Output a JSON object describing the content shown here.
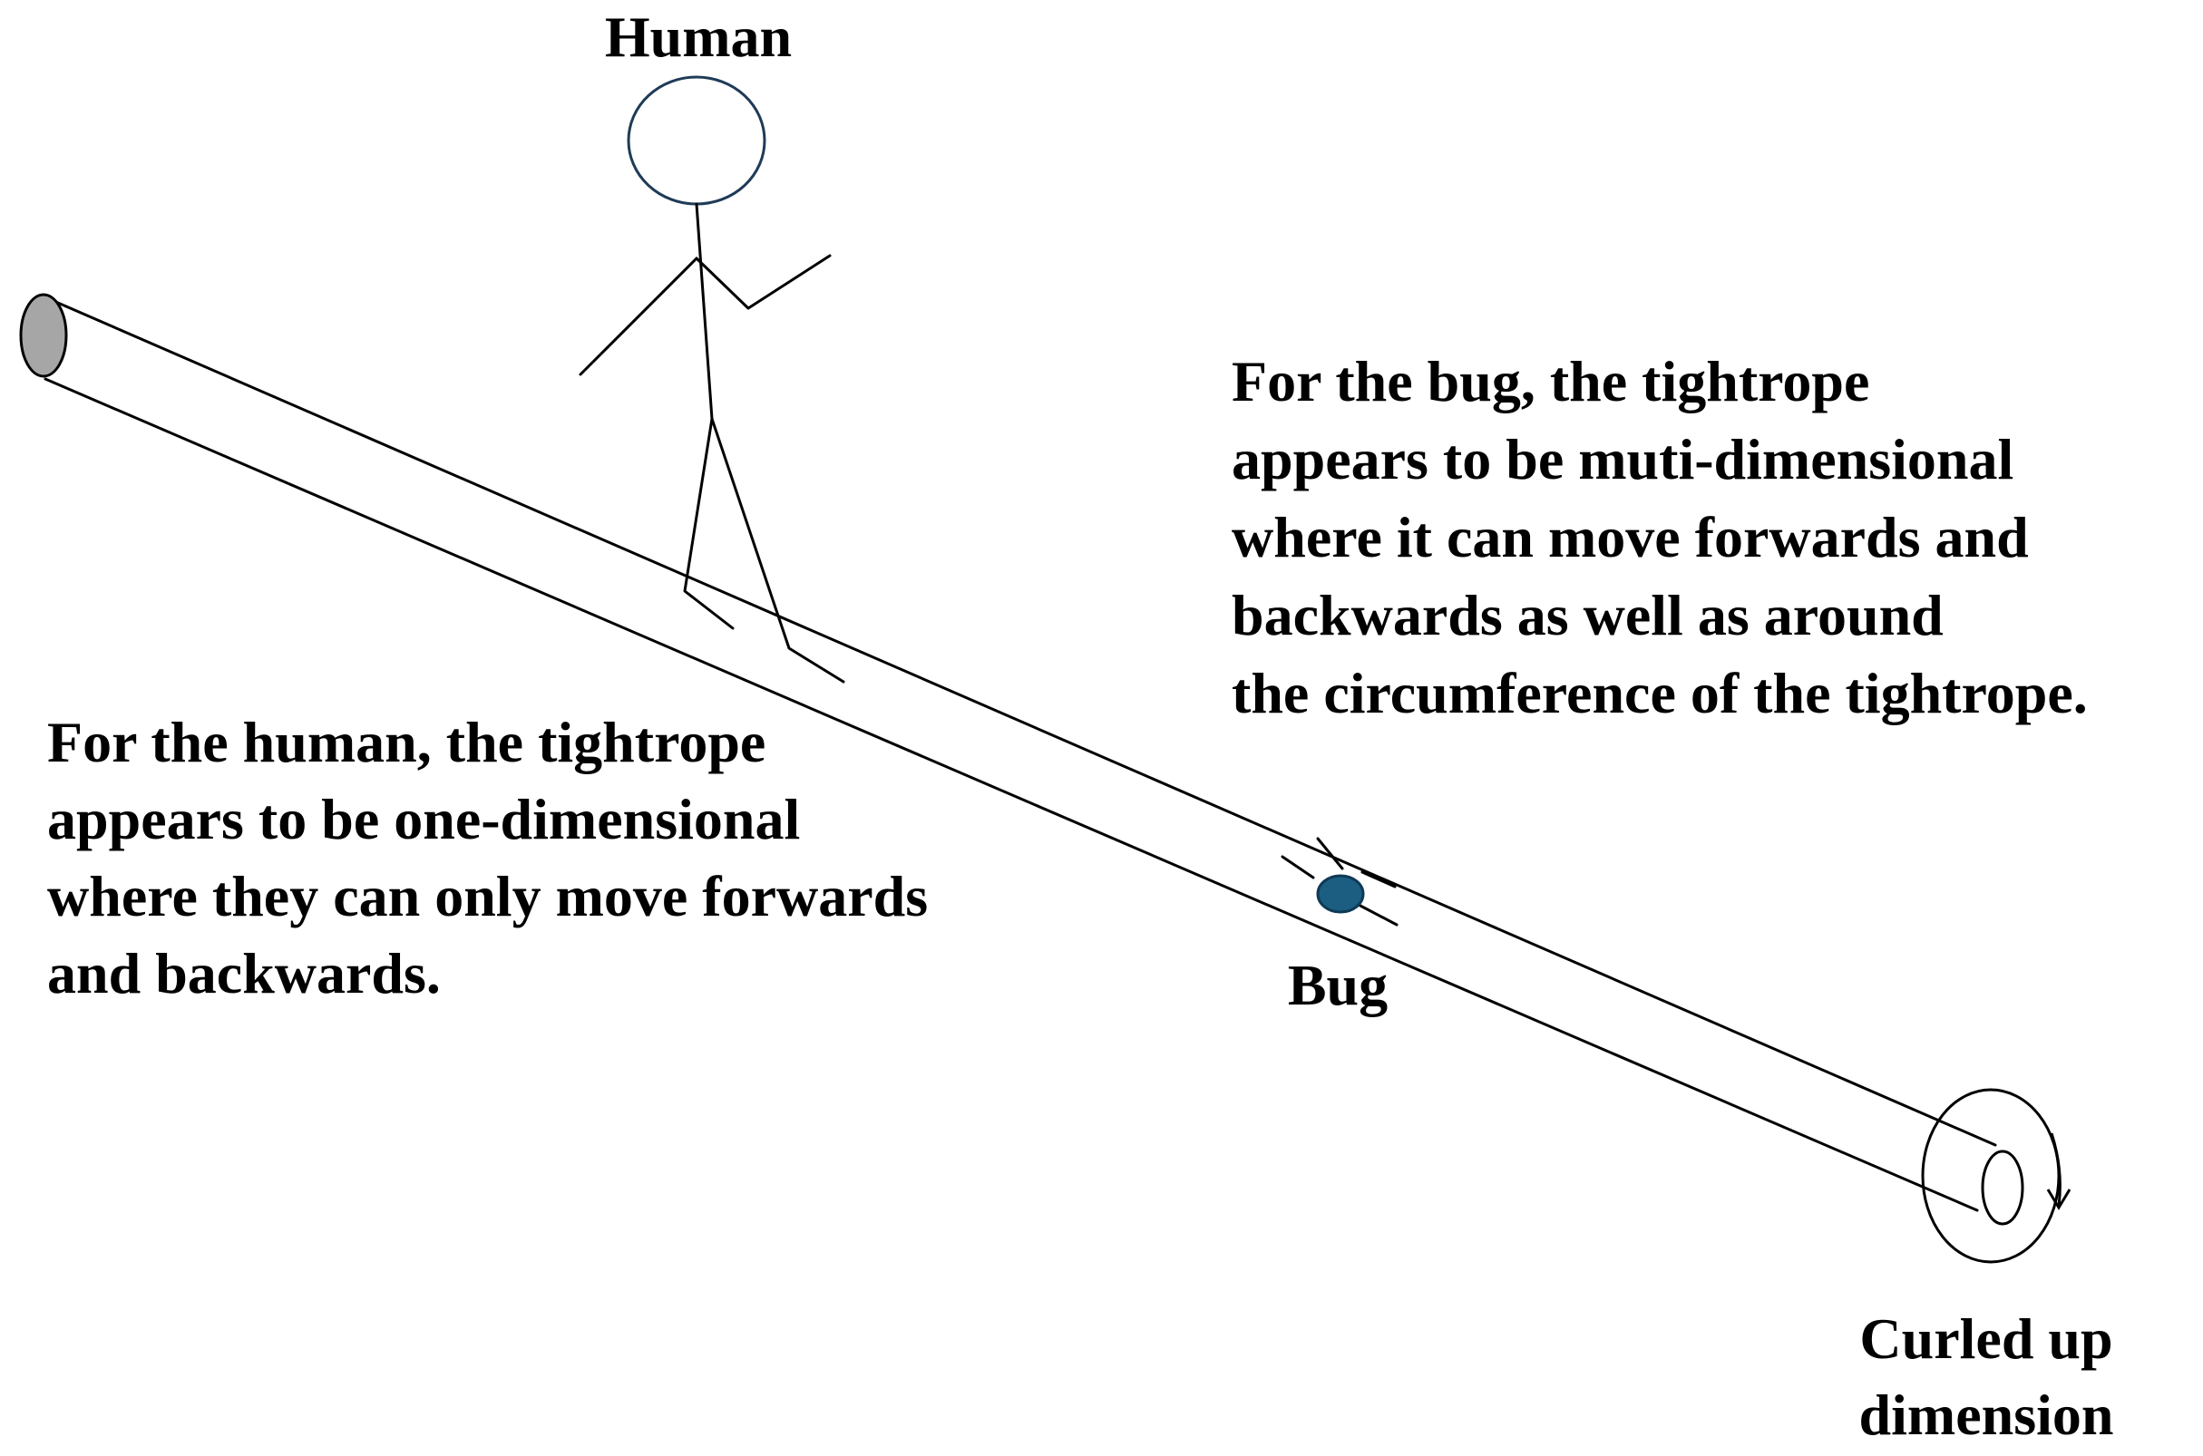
{
  "labels": {
    "human": "Human",
    "bug": "Bug",
    "curled_line1": "Curled up",
    "curled_line2": "dimension"
  },
  "human_text": [
    "For the human, the tightrope",
    "appears to be one-dimensional",
    "where they can only move forwards",
    "and backwards."
  ],
  "bug_text": [
    "For the bug, the tightrope",
    "appears to be muti-dimensional",
    "where it can move forwards and",
    "backwards as well as around",
    "the circumference of the tightrope."
  ],
  "colors": {
    "line": "#000000",
    "head_stroke": "#1f3b57",
    "end_cap_fill": "#a6a6a6",
    "bug_fill": "#1b5e82",
    "bug_stroke": "#0e3a55"
  }
}
